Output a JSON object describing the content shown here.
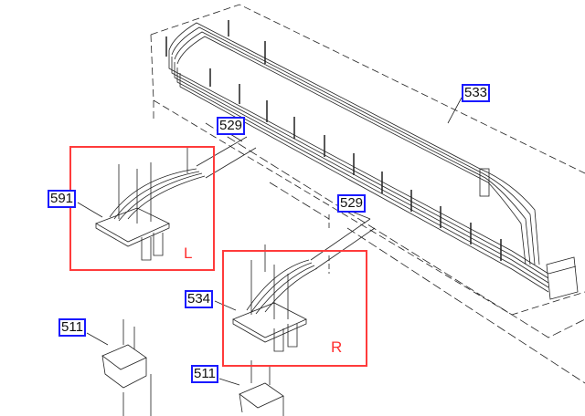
{
  "callouts": {
    "cable_assembly": "533",
    "screw_top": "529",
    "screw_right": "529",
    "board_left": "591",
    "board_right": "534",
    "holder_left": "511",
    "holder_right": "511"
  },
  "side_labels": {
    "left": "L",
    "right": "R"
  },
  "colors": {
    "callout_border": "#1a1aff",
    "highlight": "#ff3b3b"
  }
}
